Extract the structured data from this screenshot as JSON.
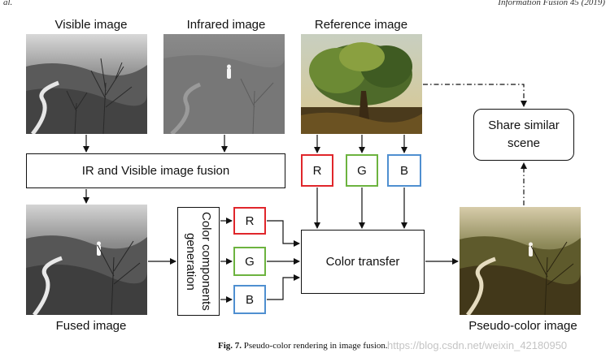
{
  "header": {
    "left": "al.",
    "right": "Information Fusion 45 (2019)"
  },
  "labels": {
    "visible": "Visible image",
    "infrared": "Infrared image",
    "reference": "Reference image",
    "fused": "Fused image",
    "pseudo": "Pseudo-color image"
  },
  "boxes": {
    "fusion": "IR and Visible image fusion",
    "share_line1": "Share similar",
    "share_line2": "scene",
    "components_line1": "Color components",
    "components_line2": "generation",
    "transfer": "Color transfer"
  },
  "channels": {
    "r": "R",
    "g": "G",
    "b": "B"
  },
  "colors": {
    "r": "#e0262b",
    "g": "#6cb33f",
    "b": "#4f8fd0"
  },
  "caption": {
    "fig": "Fig. 7.",
    "text": "Pseudo-color rendering in image fusion."
  },
  "watermark": "https://blog.csdn.net/weixin_42180950"
}
